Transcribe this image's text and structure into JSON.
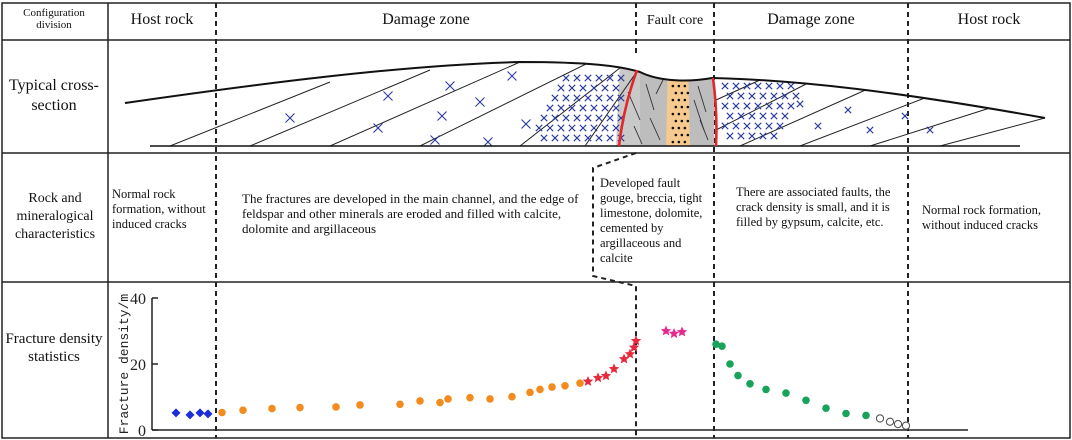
{
  "header": {
    "config_label": "Configuration division",
    "zones": [
      "Host rock",
      "Damage zone",
      "Fault core",
      "Damage zone",
      "Host rock"
    ]
  },
  "rows": {
    "section_label": "Typical cross-section",
    "rock_label": "Rock and mineralogical characteristics",
    "density_label": "Fracture density statistics"
  },
  "descriptions": {
    "host_left": "Normal rock formation, without induced cracks",
    "damage_left": "The fractures are developed in the main channel, and the edge of feldspar and other minerals are eroded and filled with calcite, dolomite and argillaceous",
    "fault_core": "Developed fault gouge, breccia, tight limestone, dolomite, cemented by argillaceous and calcite",
    "damage_right": "There are associated faults, the crack density is small, and it is filled by gypsum, calcite, etc.",
    "host_right": "Normal rock formation, without induced cracks"
  },
  "colors": {
    "host_rock_marker": "#1a2fd6",
    "damage_left_marker": "#f28c1e",
    "near_core_marker": "#e8283c",
    "fault_core_marker": "#e8288c",
    "damage_right_marker": "#17a35a",
    "host_right_marker": "#555555",
    "fault_core_fill": "#bdbdbd",
    "gouge_fill": "#f6c98e",
    "fault_plane": "#e3262a",
    "cross_mark": "#2b3a9c"
  },
  "chart_data": {
    "type": "scatter",
    "ylabel": "Fracture density/m",
    "ylim": [
      0,
      40
    ],
    "yticks": [
      0,
      20,
      40
    ],
    "series": [
      {
        "marker": "diamond",
        "color": "#1a2fd6",
        "points": [
          [
            176,
            5.2
          ],
          [
            190,
            4.6
          ],
          [
            200,
            5.2
          ],
          [
            208,
            4.9
          ]
        ]
      },
      {
        "marker": "circle",
        "color": "#f28c1e",
        "points": [
          [
            222,
            5.3
          ],
          [
            243,
            6.0
          ],
          [
            272,
            6.5
          ],
          [
            300,
            6.8
          ],
          [
            336,
            7.0
          ],
          [
            360,
            7.6
          ],
          [
            400,
            7.8
          ],
          [
            420,
            8.8
          ],
          [
            440,
            8.3
          ],
          [
            448,
            9.4
          ],
          [
            470,
            9.8
          ],
          [
            490,
            9.4
          ],
          [
            512,
            10.1
          ],
          [
            530,
            11.4
          ],
          [
            540,
            12.3
          ],
          [
            552,
            13.0
          ],
          [
            565,
            13.4
          ],
          [
            580,
            14.2
          ]
        ]
      },
      {
        "marker": "star",
        "color": "#e8283c",
        "points": [
          [
            588,
            14.7
          ],
          [
            598,
            15.8
          ],
          [
            606,
            16.4
          ],
          [
            614,
            18.5
          ],
          [
            624,
            21.5
          ],
          [
            630,
            23.0
          ],
          [
            634,
            25.0
          ],
          [
            636,
            27.0
          ]
        ]
      },
      {
        "marker": "star",
        "color": "#e8288c",
        "points": [
          [
            666,
            30.0
          ],
          [
            674,
            29.2
          ],
          [
            682,
            29.7
          ]
        ]
      },
      {
        "marker": "circle",
        "color": "#17a35a",
        "points": [
          [
            716,
            26.0
          ],
          [
            722,
            25.4
          ],
          [
            730,
            20.0
          ],
          [
            738,
            16.5
          ],
          [
            750,
            14.0
          ],
          [
            766,
            12.3
          ],
          [
            786,
            11.2
          ],
          [
            806,
            9.0
          ],
          [
            826,
            6.6
          ],
          [
            846,
            5.0
          ],
          [
            866,
            4.4
          ]
        ]
      },
      {
        "marker": "open-circle",
        "color": "#555555",
        "points": [
          [
            880,
            3.5
          ],
          [
            890,
            2.5
          ],
          [
            898,
            1.8
          ],
          [
            906,
            1.3
          ]
        ]
      }
    ]
  }
}
